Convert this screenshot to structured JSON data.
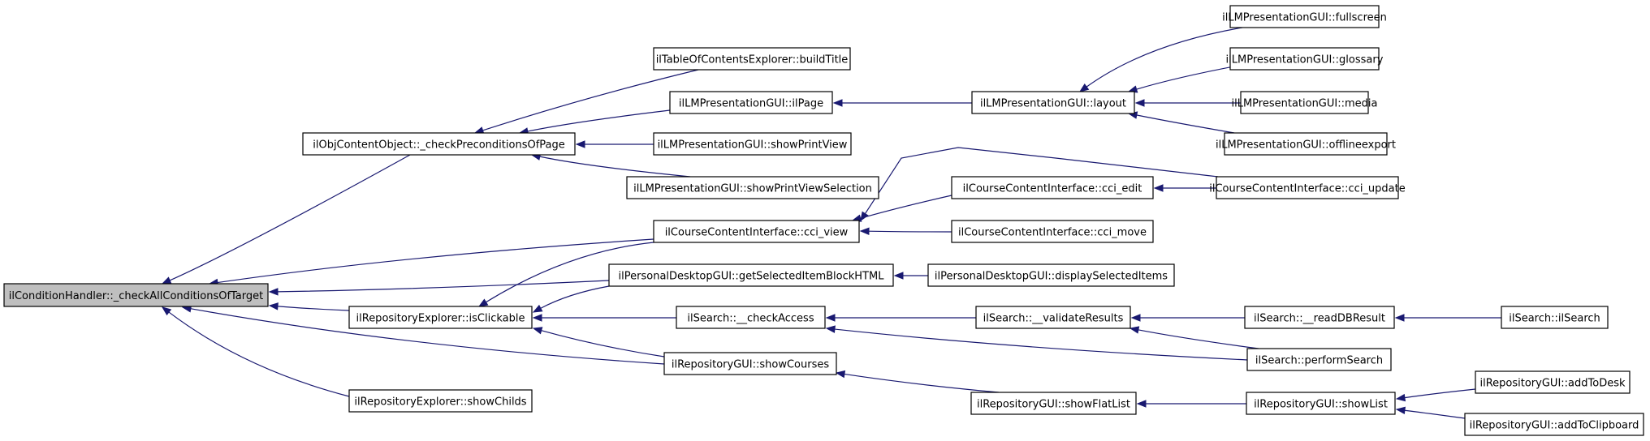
{
  "graph": {
    "root_id": "n0",
    "nodes": [
      {
        "id": "n0",
        "label": "ilConditionHandler::_checkAllConditionsOfTarget"
      },
      {
        "id": "n1",
        "label": "ilObjContentObject::_checkPreconditionsOfPage"
      },
      {
        "id": "n2",
        "label": "ilCourseContentInterface::cci_view"
      },
      {
        "id": "n3",
        "label": "ilPersonalDesktopGUI::getSelectedItemBlockHTML"
      },
      {
        "id": "n4",
        "label": "ilRepositoryExplorer::isClickable"
      },
      {
        "id": "n5",
        "label": "ilRepositoryGUI::showCourses"
      },
      {
        "id": "n6",
        "label": "ilRepositoryExplorer::showChilds"
      },
      {
        "id": "n7",
        "label": "ilTableOfContentsExplorer::buildTitle"
      },
      {
        "id": "n8",
        "label": "ilLMPresentationGUI::ilPage"
      },
      {
        "id": "n9",
        "label": "ilLMPresentationGUI::showPrintView"
      },
      {
        "id": "n10",
        "label": "ilLMPresentationGUI::showPrintViewSelection"
      },
      {
        "id": "n11",
        "label": "ilLMPresentationGUI::layout"
      },
      {
        "id": "n12",
        "label": "ilLMPresentationGUI::fullscreen"
      },
      {
        "id": "n13",
        "label": "ilLMPresentationGUI::glossary"
      },
      {
        "id": "n14",
        "label": "ilLMPresentationGUI::media"
      },
      {
        "id": "n15",
        "label": "ilLMPresentationGUI::offlineexport"
      },
      {
        "id": "n16",
        "label": "ilCourseContentInterface::cci_edit"
      },
      {
        "id": "n17",
        "label": "ilCourseContentInterface::cci_update"
      },
      {
        "id": "n18",
        "label": "ilCourseContentInterface::cci_move"
      },
      {
        "id": "n19",
        "label": "ilPersonalDesktopGUI::displaySelectedItems"
      },
      {
        "id": "n20",
        "label": "ilSearch::__checkAccess"
      },
      {
        "id": "n21",
        "label": "ilSearch::__validateResults"
      },
      {
        "id": "n22",
        "label": "ilSearch::__readDBResult"
      },
      {
        "id": "n23",
        "label": "ilSearch::ilSearch"
      },
      {
        "id": "n24",
        "label": "ilSearch::performSearch"
      },
      {
        "id": "n25",
        "label": "ilRepositoryGUI::showFlatList"
      },
      {
        "id": "n26",
        "label": "ilRepositoryGUI::showList"
      },
      {
        "id": "n27",
        "label": "ilRepositoryGUI::addToDesk"
      },
      {
        "id": "n28",
        "label": "ilRepositoryGUI::addToClipboard"
      }
    ],
    "edges": [
      {
        "from": "n1",
        "to": "n0"
      },
      {
        "from": "n2",
        "to": "n0"
      },
      {
        "from": "n3",
        "to": "n0"
      },
      {
        "from": "n4",
        "to": "n0"
      },
      {
        "from": "n5",
        "to": "n0"
      },
      {
        "from": "n6",
        "to": "n0"
      },
      {
        "from": "n7",
        "to": "n1"
      },
      {
        "from": "n8",
        "to": "n1"
      },
      {
        "from": "n9",
        "to": "n1"
      },
      {
        "from": "n10",
        "to": "n1"
      },
      {
        "from": "n11",
        "to": "n8"
      },
      {
        "from": "n12",
        "to": "n11"
      },
      {
        "from": "n13",
        "to": "n11"
      },
      {
        "from": "n14",
        "to": "n11"
      },
      {
        "from": "n15",
        "to": "n11"
      },
      {
        "from": "n16",
        "to": "n2"
      },
      {
        "from": "n17",
        "to": "n2"
      },
      {
        "from": "n18",
        "to": "n2"
      },
      {
        "from": "n17",
        "to": "n16"
      },
      {
        "from": "n2",
        "to": "n4"
      },
      {
        "from": "n3",
        "to": "n4"
      },
      {
        "from": "n19",
        "to": "n3"
      },
      {
        "from": "n20",
        "to": "n4"
      },
      {
        "from": "n5",
        "to": "n4"
      },
      {
        "from": "n21",
        "to": "n20"
      },
      {
        "from": "n24",
        "to": "n20"
      },
      {
        "from": "n22",
        "to": "n21"
      },
      {
        "from": "n24",
        "to": "n21"
      },
      {
        "from": "n23",
        "to": "n22"
      },
      {
        "from": "n25",
        "to": "n5"
      },
      {
        "from": "n26",
        "to": "n25"
      },
      {
        "from": "n27",
        "to": "n26"
      },
      {
        "from": "n28",
        "to": "n26"
      }
    ],
    "colors": {
      "edge": "#191970",
      "node_border": "#000000",
      "node_fill": "#ffffff",
      "root_fill": "#bfbfbf"
    }
  }
}
